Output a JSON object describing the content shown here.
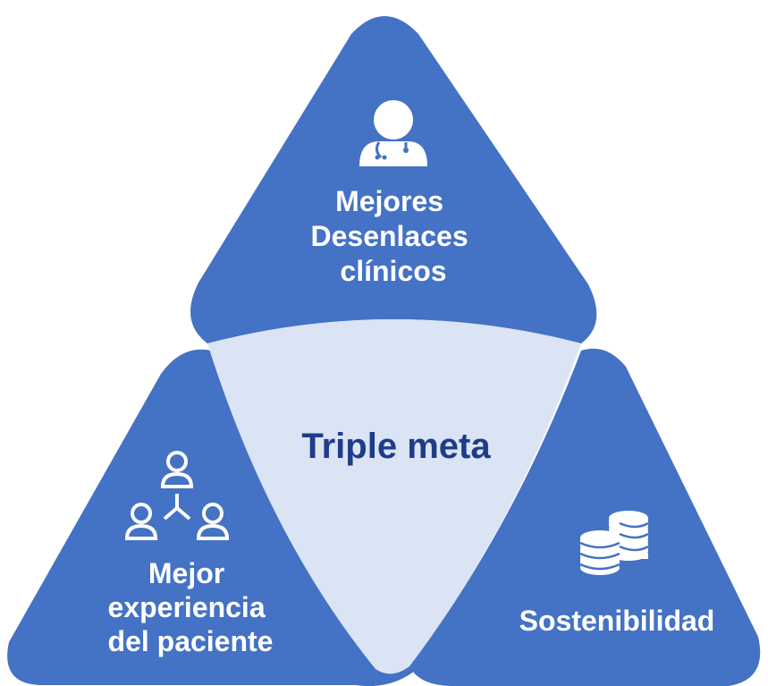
{
  "colors": {
    "petal": "#4472c4",
    "center": "#dae4f5",
    "center_text": "#1f3c88",
    "label_text": "#ffffff",
    "icon": "#ffffff"
  },
  "center": {
    "label": "Triple meta"
  },
  "petals": [
    {
      "id": "top",
      "icon": "doctor-icon",
      "label_lines": [
        "Mejores",
        "Desenlaces",
        "clínicos"
      ]
    },
    {
      "id": "left",
      "icon": "patient-network-icon",
      "label_lines": [
        "Mejor",
        "experiencia",
        "del paciente"
      ]
    },
    {
      "id": "right",
      "icon": "coins-icon",
      "label_lines": [
        "Sostenibilidad"
      ]
    }
  ]
}
